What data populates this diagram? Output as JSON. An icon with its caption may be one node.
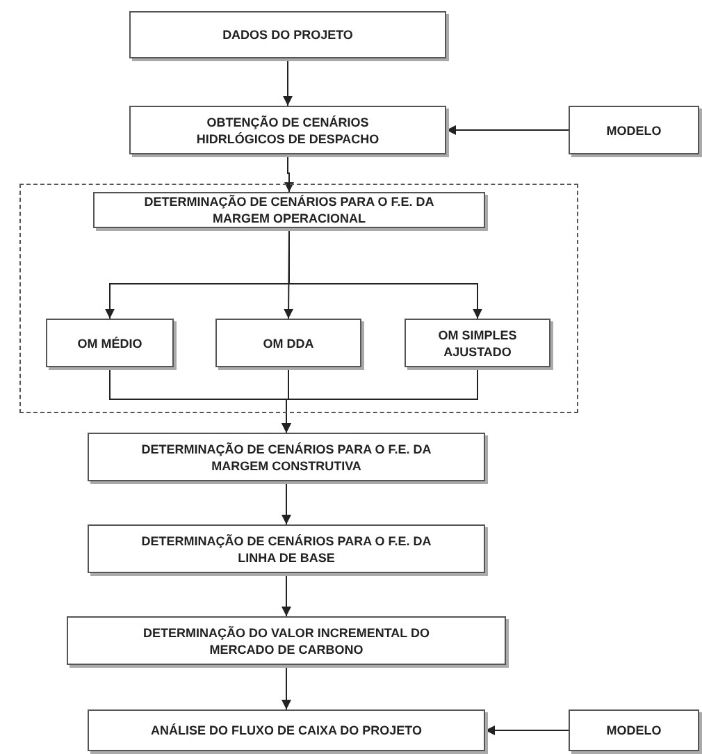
{
  "diagram": {
    "nodes": [
      {
        "text": [
          "DADOS DO PROJETO"
        ]
      },
      {
        "text": [
          "OBTENÇÃO DE CENÁRIOS HIDRLÓGICOS DE DESPACHO"
        ]
      },
      {
        "text": [
          "MODELO"
        ]
      },
      {
        "text": [],
        "shape": "box"
      },
      {
        "text": [
          "DETERMINAÇÃO DE CENÁRIOS PARA O F.E. DA MARGEM OPERACIONAL"
        ],
        "in": 3
      },
      {
        "text": [
          "OM MÉDIO"
        ],
        "in": 3
      },
      {
        "text": [
          "OM DDA"
        ],
        "in": 3
      },
      {
        "text": [
          "OM SIMPLES AJUSTADO"
        ],
        "in": 3
      },
      {
        "text": [
          "DETERMINAÇÃO DE CENÁRIOS PARA O F.E. DA MARGEM CONSTRUTIVA"
        ]
      },
      {
        "text": [
          "DETERMINAÇÃO DE CENÁRIOS PARA O F.E. DA LINHA DE BASE"
        ]
      },
      {
        "text": [
          "DETERMINAÇÃO DO VALOR INCREMENTAL DO MERCADO DE CARBONO"
        ]
      },
      {
        "text": [
          "ANÁLISE DO FLUXO DE CAIXA DO PROJETO"
        ]
      },
      {
        "text": [
          "MODELO"
        ]
      }
    ],
    "edges": [
      {
        "from": 0,
        "to": 1,
        "arrow": "to"
      },
      {
        "from": 2,
        "to": 1,
        "arrow": "to"
      },
      {
        "from": 1,
        "to": 4,
        "arrow": "to"
      },
      {
        "from": 4,
        "to": 5,
        "arrow": "to"
      },
      {
        "from": 4,
        "to": 6,
        "arrow": "to"
      },
      {
        "from": 4,
        "to": 7,
        "arrow": "to"
      },
      {
        "from": 5,
        "to": 8,
        "arrow": "to"
      },
      {
        "from": 6,
        "to": 8,
        "arrow": "to"
      },
      {
        "from": 7,
        "to": 8,
        "arrow": "to"
      },
      {
        "from": 8,
        "to": 9,
        "arrow": "to"
      },
      {
        "from": 9,
        "to": 10,
        "arrow": "to"
      },
      {
        "from": 10,
        "to": 11,
        "arrow": "to"
      },
      {
        "from": 12,
        "to": 11,
        "arrow": "to"
      }
    ]
  }
}
